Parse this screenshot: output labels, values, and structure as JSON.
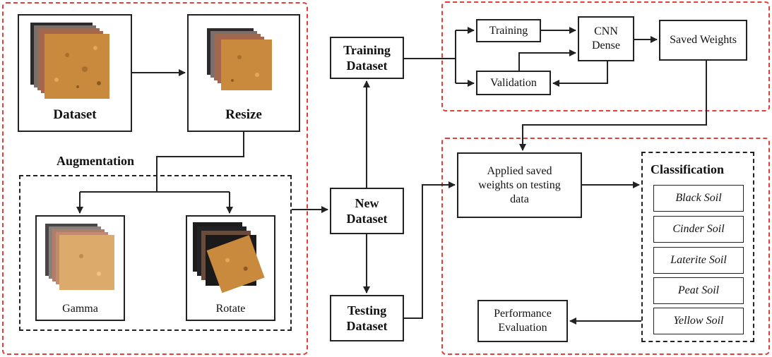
{
  "colors": {
    "red_dashed": "#e0403a",
    "soil_tan": "#c98a3e",
    "soil_dark": "#3a3838"
  },
  "dataset_label": "Dataset",
  "resize_label": "Resize",
  "augmentation_label": "Augmentation",
  "gamma_label": "Gamma",
  "rotate_label": "Rotate",
  "training_dataset_label": "Training Dataset",
  "new_dataset_label": "New Dataset",
  "testing_dataset_label": "Testing Dataset",
  "training_label": "Training",
  "validation_label": "Validation",
  "cnn_dense_label": "CNN Dense",
  "saved_weights_label": "Saved Weights",
  "applied_label": "Applied saved weights on testing data",
  "classification_title": "Classification",
  "classes": [
    "Black Soil",
    "Cinder Soil",
    "Laterite Soil",
    "Peat Soil",
    "Yellow Soil"
  ],
  "performance_label": "Performance Evaluation"
}
